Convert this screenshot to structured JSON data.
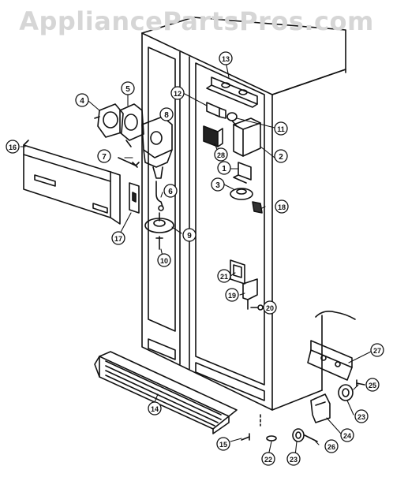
{
  "watermark": "AppliancePartsPros.com",
  "callouts": [
    "1",
    "2",
    "3",
    "4",
    "5",
    "6",
    "7",
    "8",
    "9",
    "10",
    "11",
    "12",
    "13",
    "14",
    "15",
    "16",
    "17",
    "18",
    "19",
    "20",
    "21",
    "22",
    "23",
    "23",
    "24",
    "25",
    "26",
    "27",
    "28"
  ],
  "colors": {
    "ink": "#111111",
    "watermark": "#d6d6d6",
    "callout_fill": "#ffffff"
  }
}
